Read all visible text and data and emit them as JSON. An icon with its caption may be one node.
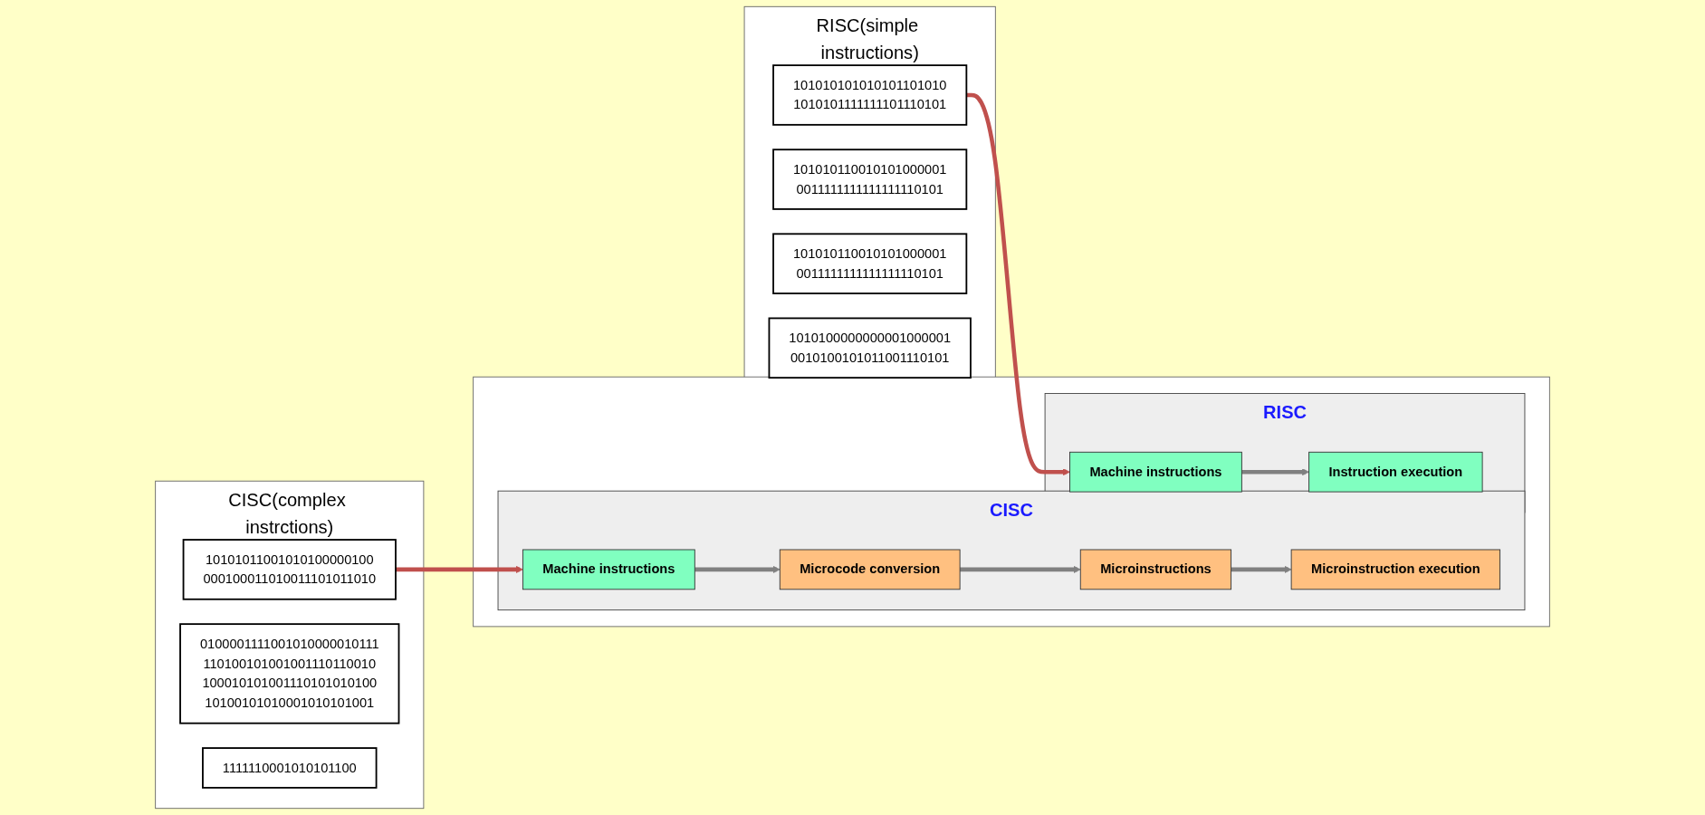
{
  "diagram": {
    "nodes": [
      {
        "text": [
          "CISC(complex instrctions)"
        ]
      },
      {
        "text": [
          "10101011001010100000100",
          "000100011010011101011010"
        ],
        "in": 0
      },
      {
        "text": [
          "0100001111001010000010111",
          "110100101001001110110010",
          "100010101001110101010100",
          "10100101010001010101001"
        ],
        "in": 0
      },
      {
        "text": [
          "1111110001010101100"
        ],
        "in": 0
      },
      {
        "text": [],
        "shape": "box"
      },
      {
        "text": [
          "CISC"
        ],
        "in": 4
      },
      {
        "text": [
          "Machine instructions"
        ],
        "in": 5
      },
      {
        "text": [
          "Microcode conversion"
        ],
        "in": 5
      },
      {
        "text": [
          "Microinstructions"
        ],
        "in": 5
      },
      {
        "text": [
          "Microinstruction execution"
        ],
        "in": 5
      },
      {
        "text": [
          "RISC"
        ],
        "in": 4
      },
      {
        "text": [
          "Machine instructions"
        ],
        "in": 10
      },
      {
        "text": [
          "Instruction execution"
        ],
        "in": 10
      },
      {
        "text": [
          "RISC(simple instructions)"
        ]
      },
      {
        "text": [
          "101010101010101101010",
          "1010101111111101110101"
        ],
        "in": 13
      },
      {
        "text": [
          "101010110010101000001",
          "0011111111111111110101"
        ],
        "in": 13
      },
      {
        "text": [
          "101010110010101000001",
          "0011111111111111110101"
        ],
        "in": 13
      },
      {
        "text": [
          "1010100000000001000001",
          "0010100101011001110101"
        ],
        "in": 13
      }
    ],
    "edges": [
      {
        "from": 1,
        "to": 6,
        "arrow": "to",
        "color": "#c0504d"
      },
      {
        "from": 6,
        "to": 7,
        "arrow": "to"
      },
      {
        "from": 7,
        "to": 8,
        "arrow": "to"
      },
      {
        "from": 8,
        "to": 9,
        "arrow": "to"
      },
      {
        "from": 11,
        "to": 12,
        "arrow": "to"
      },
      {
        "from": 14,
        "to": 11,
        "arrow": "to",
        "color": "#c0504d"
      }
    ]
  }
}
